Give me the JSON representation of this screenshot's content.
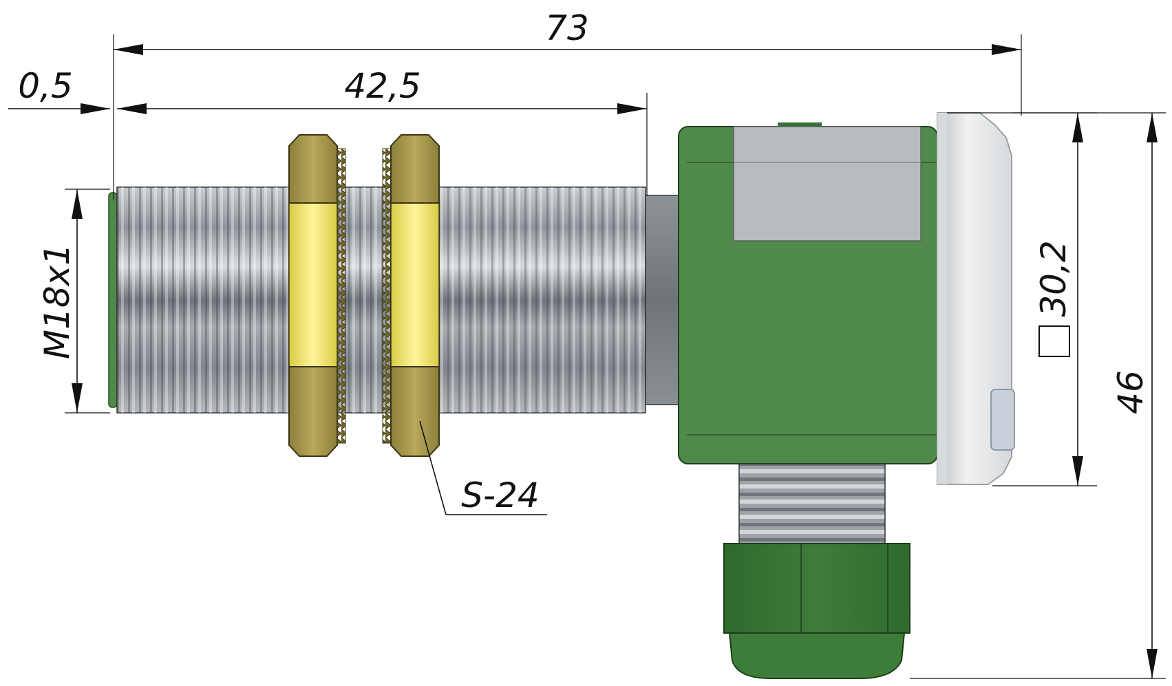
{
  "dimensions": {
    "overall_length": "73",
    "body_length": "42,5",
    "tip_offset": "0,5",
    "thread": "M18x1",
    "nut_size": "S-24",
    "housing_square": "30,2",
    "overall_height": "46"
  },
  "colors": {
    "housing": "#4f8a4a",
    "housing_dark": "#2f6a2f",
    "thread_metal": "#9aa0a6",
    "nut_brass": "#a89a4e",
    "nut_face": "#f0e66a",
    "cap": "#e4e4e4",
    "window": "#b8bcc0"
  }
}
